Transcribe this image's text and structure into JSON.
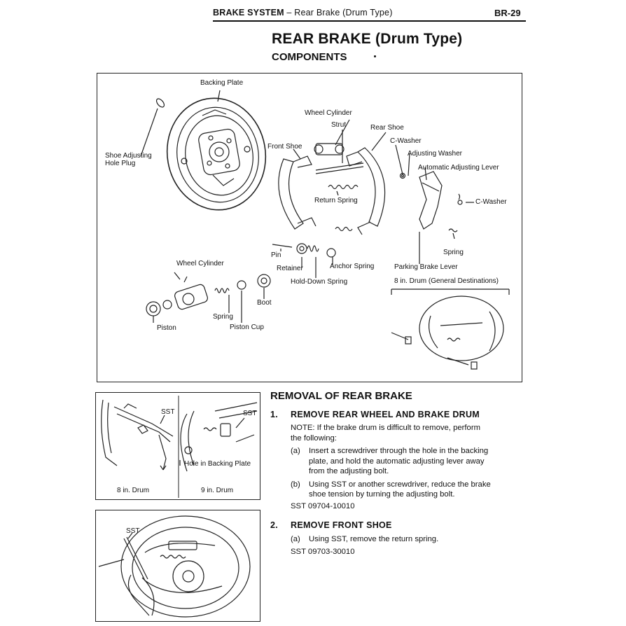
{
  "header": {
    "section": "BRAKE SYSTEM",
    "dash": "–",
    "subsection": "Rear Brake (Drum Type)",
    "page": "BR-29"
  },
  "title": "REAR BRAKE (Drum Type)",
  "subtitle": "COMPONENTS",
  "components": {
    "backing_plate": "Backing Plate",
    "shoe_adjusting_1": "Shoe Adjusting",
    "shoe_adjusting_2": "Hole Plug",
    "wheel_cylinder_top": "Wheel Cylinder",
    "strut": "Strut",
    "rear_shoe": "Rear Shoe",
    "front_shoe": "Front Shoe",
    "c_washer_top": "C-Washer",
    "adjusting_washer": "Adjusting Washer",
    "auto_lever": "Automatic Adjusting Lever",
    "c_washer_right": "C-Washer",
    "return_spring": "Return Spring",
    "spring": "Spring",
    "pin": "Pin",
    "retainer": "Retainer",
    "anchor_spring": "Anchor Spring",
    "parking_brake_lever": "Parking Brake Lever",
    "hold_down_spring": "Hold-Down Spring",
    "drum_general": "8 in. Drum (General Destinations)",
    "wheel_cylinder_left": "Wheel Cylinder",
    "boot": "Boot",
    "spring_left": "Spring",
    "piston": "Piston",
    "piston_cup": "Piston Cup"
  },
  "removal_figure": {
    "sst_left": "SST",
    "sst_right": "SST",
    "hole_label": "Hole in Backing Plate",
    "drum_8": "8 in. Drum",
    "drum_9": "9 in. Drum"
  },
  "front_shoe_figure": {
    "sst": "SST"
  },
  "removal": {
    "heading": "REMOVAL OF REAR BRAKE",
    "step1_num": "1.",
    "step1_title": "REMOVE REAR WHEEL AND BRAKE DRUM",
    "note_1": "NOTE:   If the brake drum is difficult to remove, perform",
    "note_2": "the following:",
    "a_label": "(a)",
    "a_1": "Insert a screwdriver through the hole in the backing",
    "a_2": "plate, and hold the automatic adjusting lever away",
    "a_3": "from the adjusting bolt.",
    "b_label": "(b)",
    "b_1": "Using SST or another screwdriver, reduce the brake",
    "b_2": "shoe tension by turning the adjusting bolt.",
    "sst1": "SST  09704-10010",
    "step2_num": "2.",
    "step2_title": "REMOVE FRONT SHOE",
    "s2a_label": "(a)",
    "s2a_text": "Using SST, remove the return spring.",
    "sst2": "SST  09703-30010"
  }
}
